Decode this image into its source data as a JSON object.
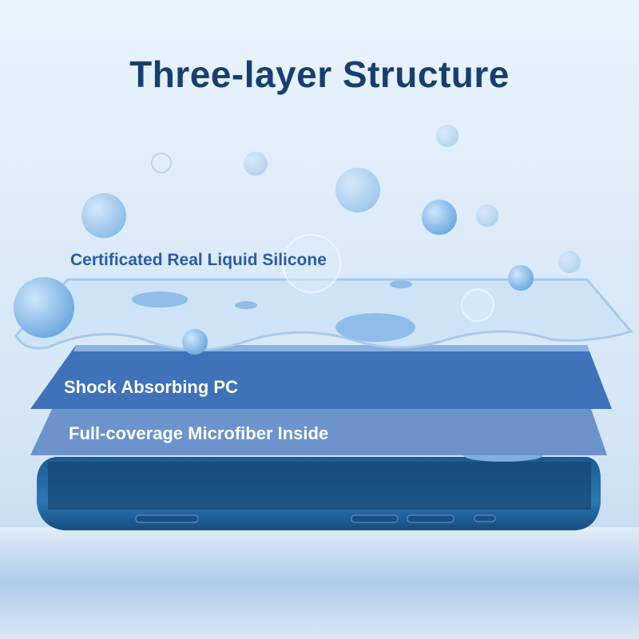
{
  "title": "Three-layer Structure",
  "layers": [
    {
      "label": "Certificated Real Liquid Silicone"
    },
    {
      "label": "Shock Absorbing PC"
    },
    {
      "label": "Full-coverage Microfiber Inside"
    }
  ],
  "colors": {
    "title": "#173f6e",
    "silicone_label": "#2c5aa6",
    "pc_layer": "#3f72b8",
    "microfiber_layer": "#6c93cc",
    "phone": "#1f5f96"
  }
}
